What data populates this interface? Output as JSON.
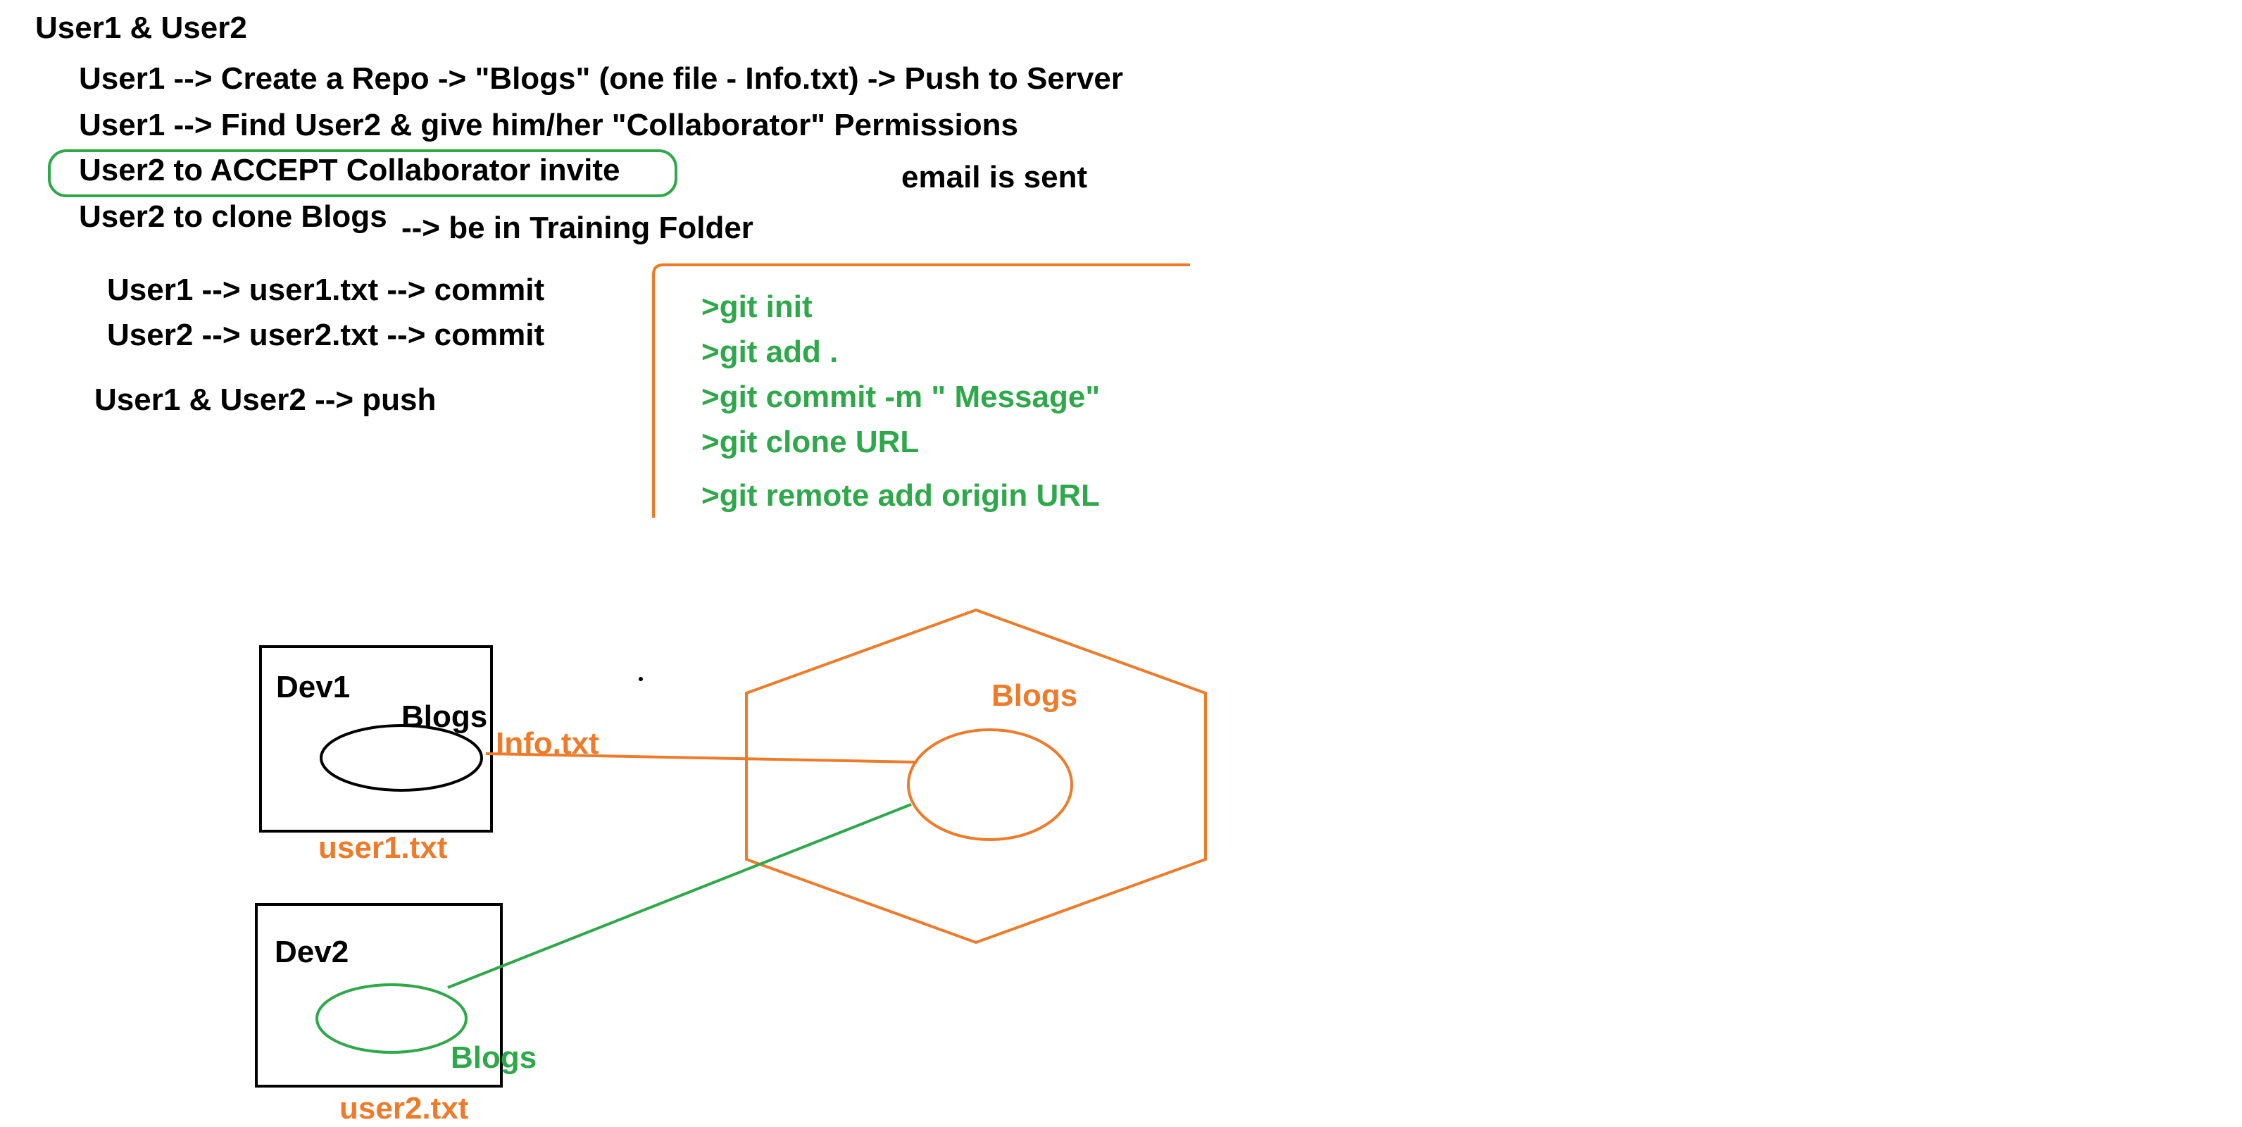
{
  "colors": {
    "text": "#000000",
    "green": "#2ea84a",
    "orange": "#ee7b2a"
  },
  "notes": {
    "title": "User1 & User2",
    "steps": [
      "User1 --> Create a Repo -> \"Blogs\"  (one file - Info.txt) -> Push to Server",
      "User1 --> Find User2 & give him/her \"Collaborator\" Permissions",
      "User2 to ACCEPT Collaborator invite",
      "User2 to clone Blogs"
    ],
    "email_note": "email is sent",
    "clone_note": "--> be in Training Folder",
    "commits": [
      "User1 --> user1.txt --> commit",
      "User2 --> user2.txt --> commit"
    ],
    "push": "User1 & User2 --> push"
  },
  "git_commands": [
    ">git init",
    ">git add .",
    ">git commit -m \"   Message\"",
    ">git clone URL",
    ">git remote add origin URL"
  ],
  "diagram": {
    "dev1": {
      "label": "Dev1",
      "repo_label": "Blogs",
      "file_label": "Info.txt",
      "new_file": "user1.txt"
    },
    "dev2": {
      "label": "Dev2",
      "repo_label": "Blogs",
      "new_file": "user2.txt"
    },
    "server": {
      "repo_label": "Blogs"
    }
  }
}
